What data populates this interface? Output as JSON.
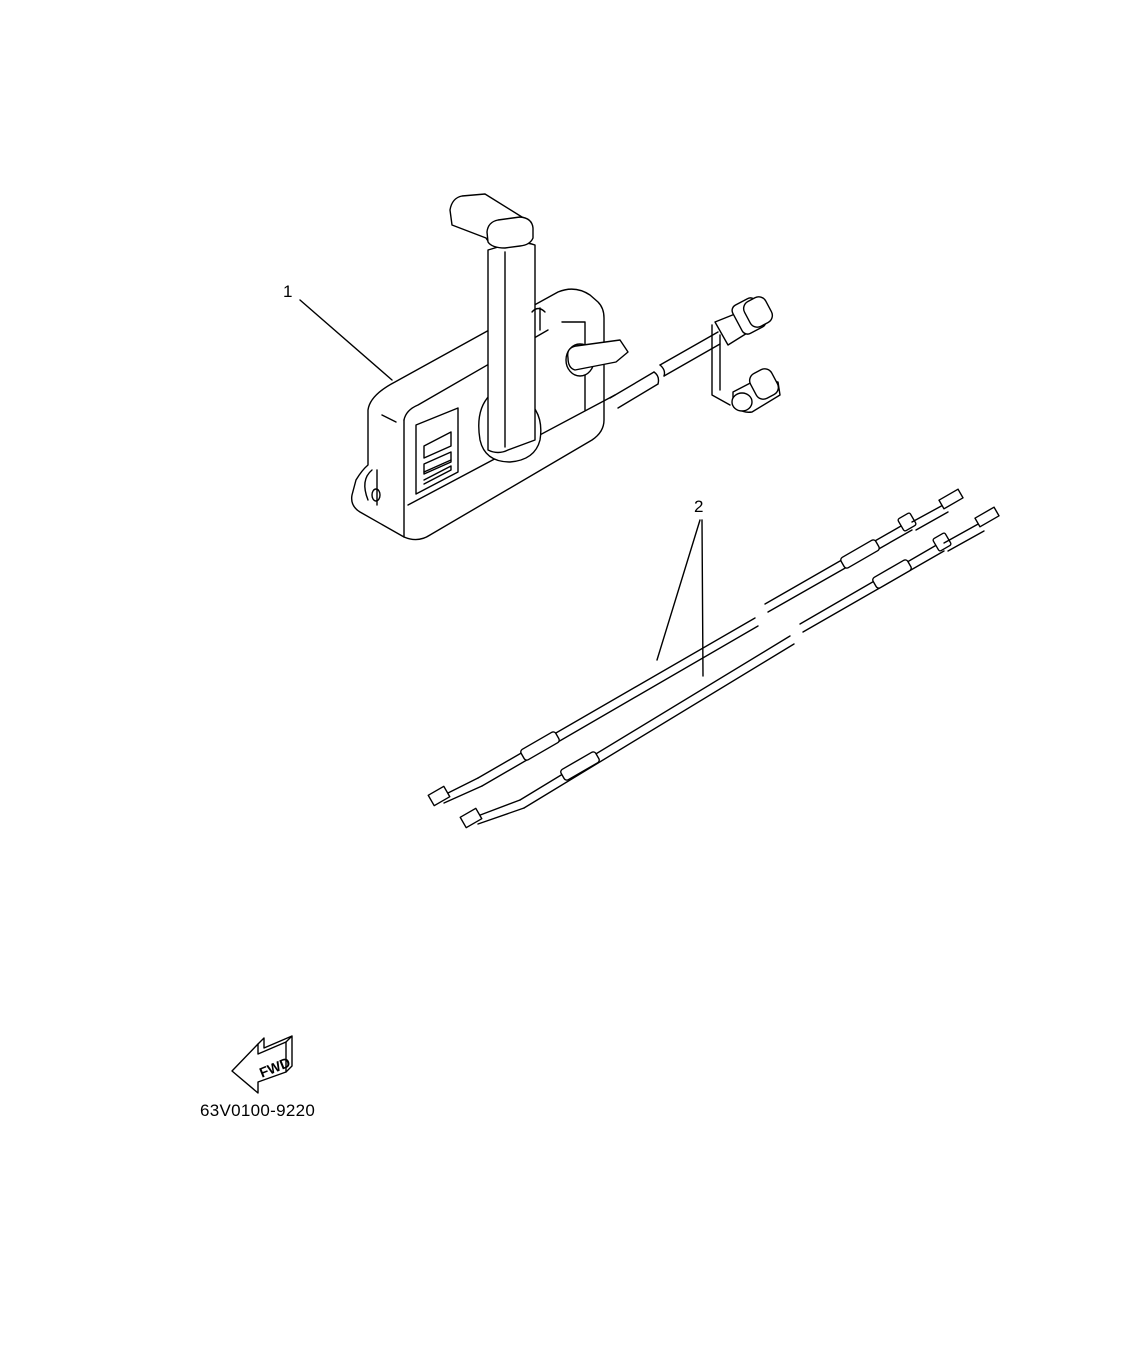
{
  "callouts": [
    {
      "number": "1"
    },
    {
      "number": "2"
    }
  ],
  "direction_badge": {
    "label": "FWD",
    "icon": "arrow-left-icon"
  },
  "diagram_code": "63V0100-9220",
  "colors": {
    "line": "#000000",
    "background": "#ffffff"
  }
}
